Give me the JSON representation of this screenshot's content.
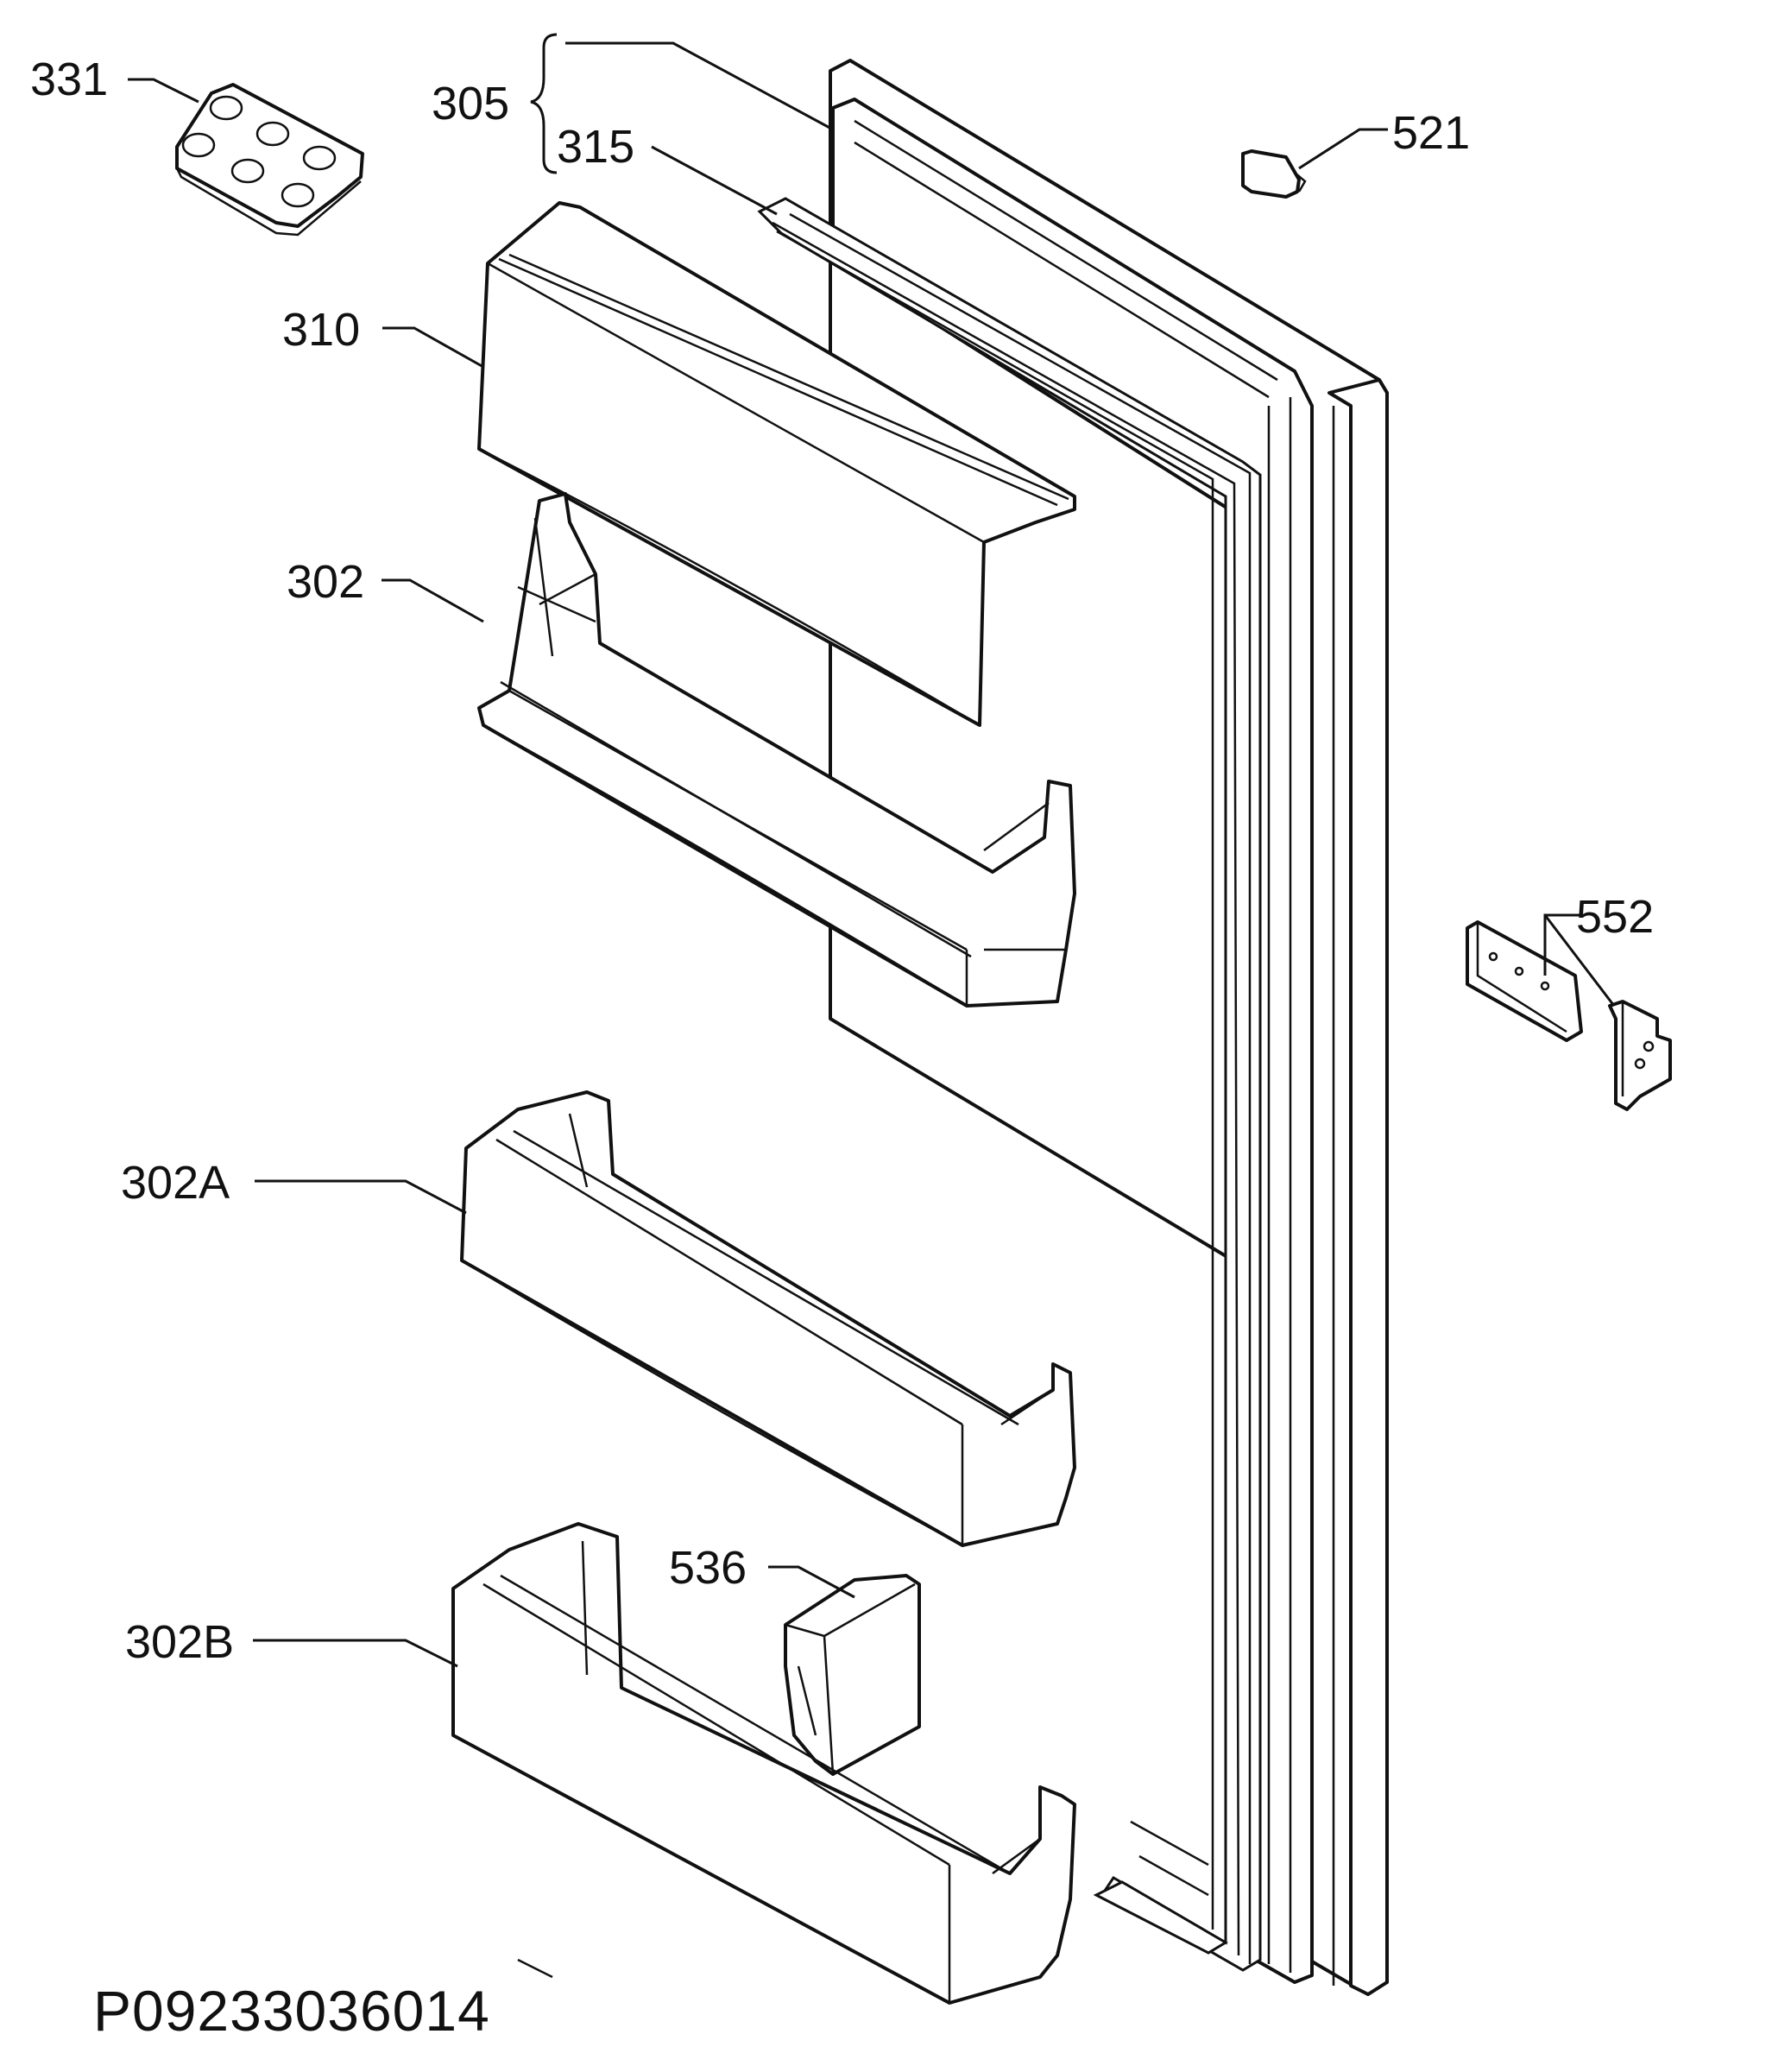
{
  "drawing_code": "P09233036014",
  "part_labels": {
    "p331": "331",
    "p305": "305",
    "p315": "315",
    "p521": "521",
    "p310": "310",
    "p302": "302",
    "p552": "552",
    "p302a": "302A",
    "p536": "536",
    "p302b": "302B"
  }
}
